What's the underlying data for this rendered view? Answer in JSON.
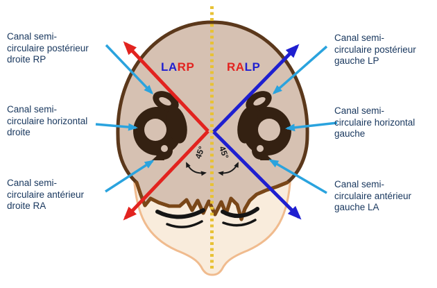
{
  "figure": {
    "subject": "head-top-view-semicircular-canal-planes",
    "plane_labels": {
      "larp": {
        "part1": "LA",
        "part2": "RP"
      },
      "ralp": {
        "part1": "RA",
        "part2": "LP"
      }
    },
    "angle_labels": {
      "left": "45°",
      "right": "45°"
    },
    "annotations": {
      "left": [
        {
          "lines": [
            "Canal semi-",
            "circulaire postérieur",
            "droite RP"
          ]
        },
        {
          "lines": [
            "Canal semi-",
            "circulaire horizontal",
            "droite"
          ]
        },
        {
          "lines": [
            "Canal semi-",
            "circulaire antérieur",
            "droite RA"
          ]
        }
      ],
      "right": [
        {
          "lines": [
            "Canal semi-",
            "circulaire postérieur",
            "gauche LP"
          ]
        },
        {
          "lines": [
            "Canal semi-",
            "circulaire horizontal",
            "gauche"
          ]
        },
        {
          "lines": [
            "Canal semi-",
            "circulaire antérieur",
            "gauche LA"
          ]
        }
      ]
    },
    "colors": {
      "rp_ra_arrow_red": "#e2231f",
      "lp_la_arrow_blue": "#1f1fd0",
      "pointer_cyan": "#2aa3de",
      "midline_yellow": "#e8c235",
      "label_text": "#17365d",
      "scalp_skin": "#d6c1b2",
      "scalp_outline": "#5b381b",
      "hairline_brown": "#7a4718",
      "face_skin": "#f9ecdc",
      "face_outline": "#f0bb8e",
      "labyrinth_dark": "#342112"
    }
  }
}
